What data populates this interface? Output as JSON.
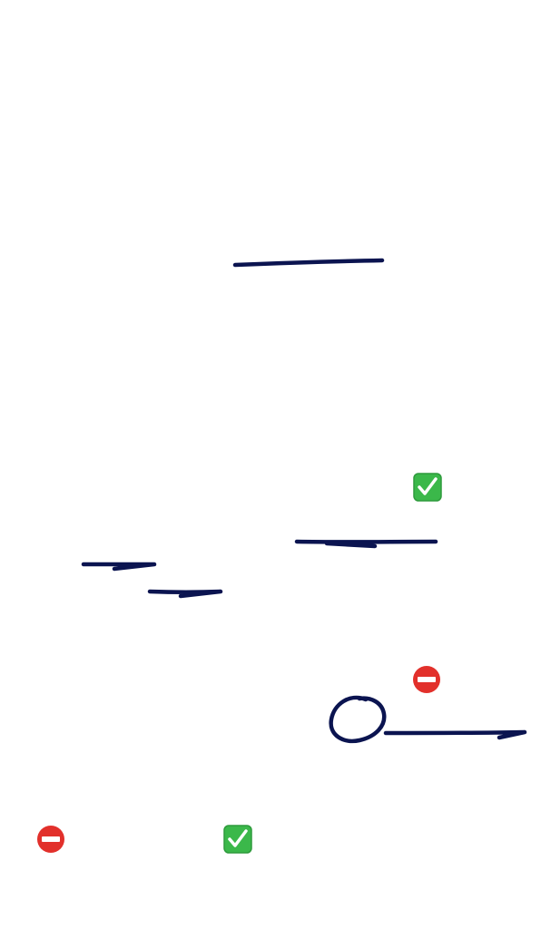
{
  "canvas": {
    "background": "#ffffff",
    "ink_color": "#0b1450"
  },
  "icons": {
    "check_color": "#3bb84a",
    "check_border": "#2e9a3c",
    "check_mark": "#ffffff",
    "no_entry_color": "#e2302b",
    "no_entry_bar": "#ffffff"
  },
  "marks": [
    {
      "kind": "line-stroke",
      "name": "ink-stroke-top"
    },
    {
      "kind": "check-icon",
      "name": "check-mark-icon"
    },
    {
      "kind": "line-stroke",
      "name": "ink-stroke-middle-right"
    },
    {
      "kind": "line-stroke",
      "name": "ink-stroke-left-1"
    },
    {
      "kind": "line-stroke",
      "name": "ink-stroke-left-2"
    },
    {
      "kind": "no-entry-icon",
      "name": "no-entry-icon"
    },
    {
      "kind": "circle-stroke",
      "name": "ink-circle"
    },
    {
      "kind": "line-stroke",
      "name": "ink-stroke-bottom-right"
    },
    {
      "kind": "no-entry-icon",
      "name": "no-entry-icon"
    },
    {
      "kind": "check-icon",
      "name": "check-mark-icon"
    }
  ]
}
